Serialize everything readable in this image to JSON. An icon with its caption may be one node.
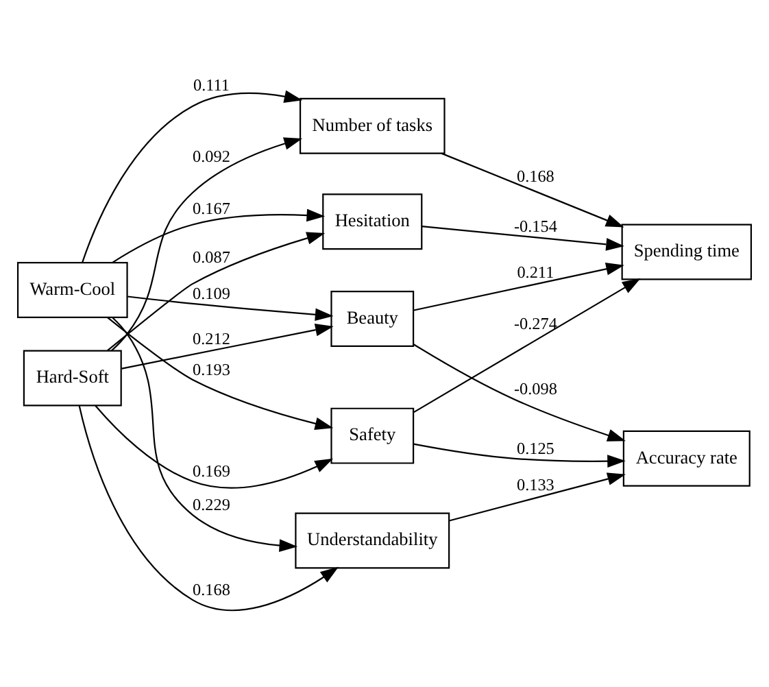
{
  "diagram": {
    "nodes": [
      {
        "text": [
          "Hard-Soft"
        ]
      },
      {
        "text": [
          "Warm-Cool"
        ]
      },
      {
        "text": [
          "Hesitation"
        ]
      },
      {
        "text": [
          "Number of tasks"
        ]
      },
      {
        "text": [
          "Safety"
        ]
      },
      {
        "text": [
          "Beauty"
        ]
      },
      {
        "text": [
          "Understandability"
        ]
      },
      {
        "text": [
          "Spending time"
        ]
      },
      {
        "text": [
          "Accuracy rate"
        ]
      }
    ],
    "edges": [
      {
        "from": 0,
        "to": 2,
        "arrow": "to",
        "label": "0.087"
      },
      {
        "from": 1,
        "to": 2,
        "arrow": "to",
        "label": "0.167"
      },
      {
        "from": 0,
        "to": 3,
        "arrow": "to",
        "label": "0.092"
      },
      {
        "from": 1,
        "to": 3,
        "arrow": "to",
        "label": "0.111"
      },
      {
        "from": 0,
        "to": 4,
        "arrow": "to",
        "label": "0.169"
      },
      {
        "from": 1,
        "to": 4,
        "arrow": "to",
        "label": "0.193"
      },
      {
        "from": 0,
        "to": 5,
        "arrow": "to",
        "label": "0.212"
      },
      {
        "from": 1,
        "to": 5,
        "arrow": "to",
        "label": "0.109"
      },
      {
        "from": 0,
        "to": 6,
        "arrow": "to",
        "label": "0.168"
      },
      {
        "from": 1,
        "to": 6,
        "arrow": "to",
        "label": "0.229"
      },
      {
        "from": 2,
        "to": 7,
        "arrow": "to",
        "label": "-0.154"
      },
      {
        "from": 3,
        "to": 7,
        "arrow": "to",
        "label": "0.168"
      },
      {
        "from": 4,
        "to": 7,
        "arrow": "to",
        "label": "-0.274"
      },
      {
        "from": 5,
        "to": 7,
        "arrow": "to",
        "label": "0.211"
      },
      {
        "from": 4,
        "to": 8,
        "arrow": "to",
        "label": "0.125"
      },
      {
        "from": 5,
        "to": 8,
        "arrow": "to",
        "label": "-0.098"
      },
      {
        "from": 6,
        "to": 8,
        "arrow": "to",
        "label": "0.133"
      }
    ]
  }
}
